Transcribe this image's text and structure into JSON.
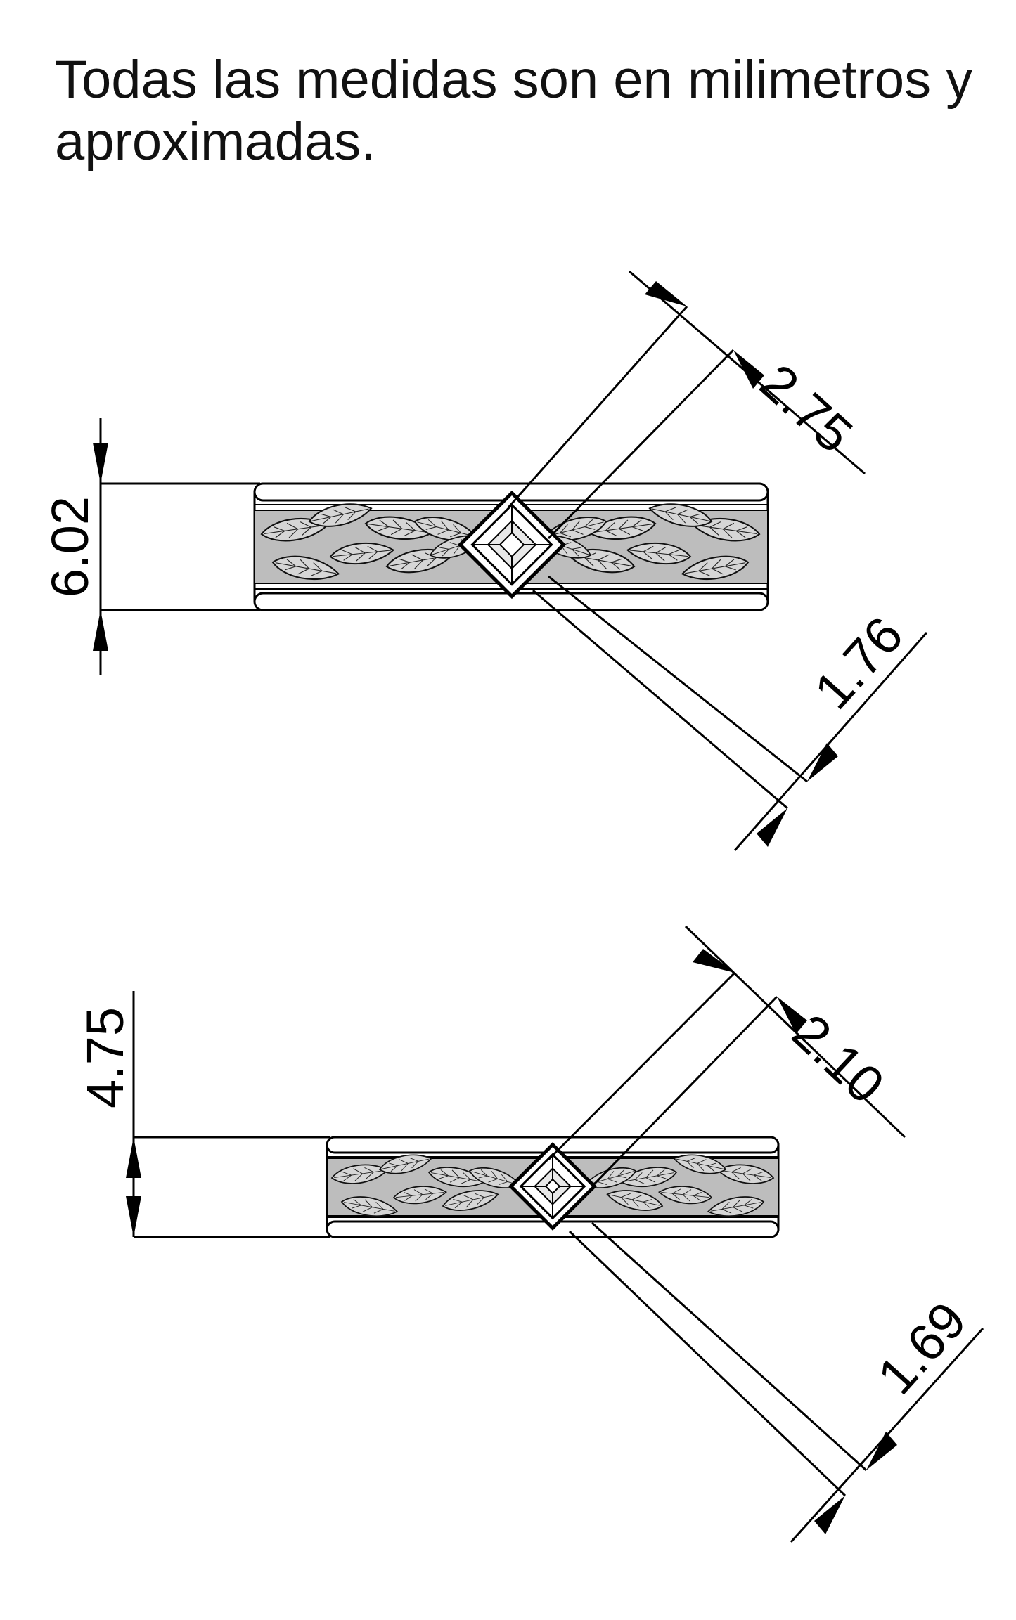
{
  "note": {
    "line1": "Todas las medidas son en milimetros y",
    "line2": "aproximadas."
  },
  "ring1": {
    "width_label": "6.02",
    "stone_top_label": "2.75",
    "stone_bottom_label": "1.76"
  },
  "ring2": {
    "width_label": "4.75",
    "stone_top_label": "2.10",
    "stone_bottom_label": "1.69"
  },
  "colors": {
    "line": "#000000",
    "background": "#ffffff",
    "engraving": "#d6d6d6"
  }
}
